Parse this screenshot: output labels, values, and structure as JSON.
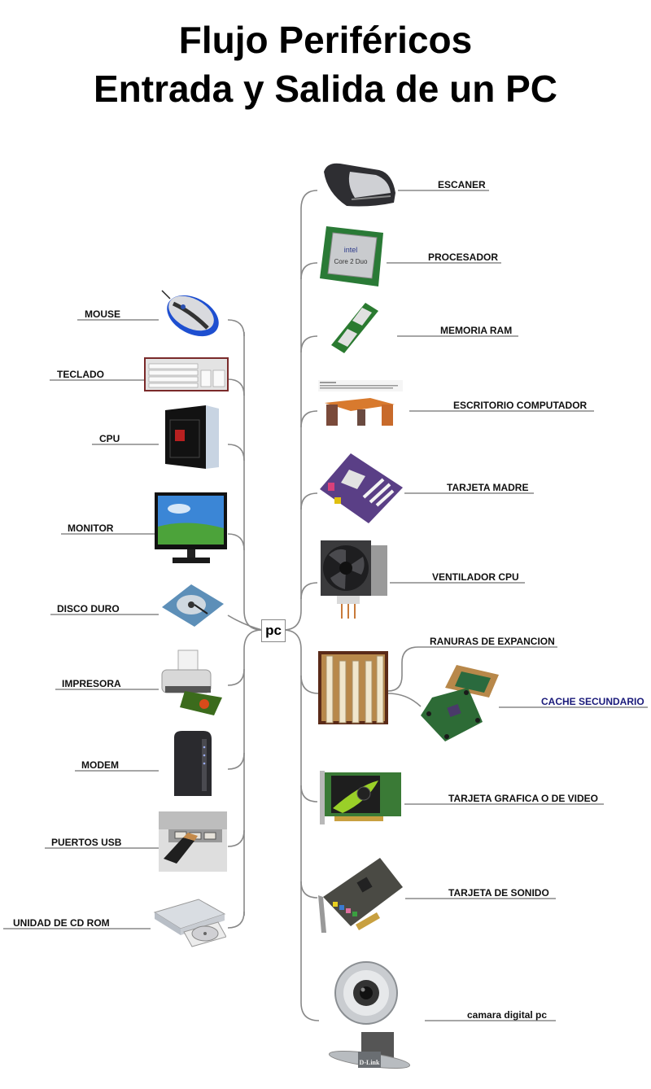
{
  "title": {
    "line1": "Flujo Periféricos",
    "line2": "Entrada y Salida de un PC"
  },
  "center_node": "pc",
  "left_items": [
    {
      "label": "MOUSE",
      "icon": "mouse-icon"
    },
    {
      "label": "TECLADO",
      "icon": "keyboard-icon"
    },
    {
      "label": "CPU",
      "icon": "tower-case-icon"
    },
    {
      "label": "MONITOR",
      "icon": "monitor-icon"
    },
    {
      "label": "DISCO DURO",
      "icon": "hard-disk-icon"
    },
    {
      "label": "IMPRESORA",
      "icon": "printer-icon"
    },
    {
      "label": "MODEM",
      "icon": "modem-icon"
    },
    {
      "label": "PUERTOS USB",
      "icon": "usb-port-icon"
    },
    {
      "label": "UNIDAD DE CD ROM",
      "icon": "cd-rom-icon"
    }
  ],
  "right_items": [
    {
      "label": "ESCANER",
      "icon": "scanner-icon"
    },
    {
      "label": "PROCESADOR",
      "icon": "processor-icon"
    },
    {
      "label": "MEMORIA RAM",
      "icon": "ram-icon"
    },
    {
      "label": "ESCRITORIO COMPUTADOR",
      "icon": "desk-icon"
    },
    {
      "label": "TARJETA MADRE",
      "icon": "motherboard-icon"
    },
    {
      "label": "VENTILADOR CPU",
      "icon": "cpu-fan-icon"
    },
    {
      "label": "RANURAS DE EXPANCION",
      "icon": "expansion-slots-icon"
    },
    {
      "label": "CACHE SECUNDARIO",
      "icon": "cache-chip-icon"
    },
    {
      "label": "TARJETA GRAFICA O DE VIDEO",
      "icon": "graphics-card-icon"
    },
    {
      "label": "TARJETA DE SONIDO",
      "icon": "sound-card-icon"
    },
    {
      "label": "camara digital pc",
      "icon": "webcam-icon"
    }
  ],
  "image_text": {
    "processor_brand": "intel Core 2 Duo",
    "webcam_brand": "D-Link"
  },
  "colors": {
    "line": "#888888",
    "text": "#111111",
    "cache_label": "#1a1a7a"
  }
}
